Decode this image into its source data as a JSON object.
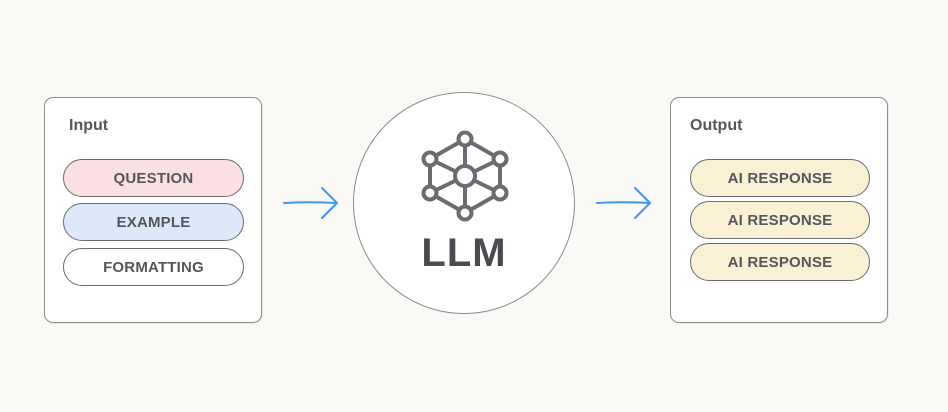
{
  "input": {
    "title": "Input",
    "items": [
      {
        "label": "QUESTION",
        "color": "#fbe0e3"
      },
      {
        "label": "EXAMPLE",
        "color": "#dde9fb"
      },
      {
        "label": "FORMATTING",
        "color": "#ffffff"
      }
    ]
  },
  "model": {
    "label": "LLM",
    "icon": "network-graph-icon"
  },
  "output": {
    "title": "Output",
    "items": [
      {
        "label": "AI RESPONSE",
        "color": "#faf1d4"
      },
      {
        "label": "AI RESPONSE",
        "color": "#faf1d4"
      },
      {
        "label": "AI RESPONSE",
        "color": "#faf1d4"
      }
    ]
  },
  "colors": {
    "arrow": "#3d96f0",
    "stroke": "#6a6c72"
  }
}
